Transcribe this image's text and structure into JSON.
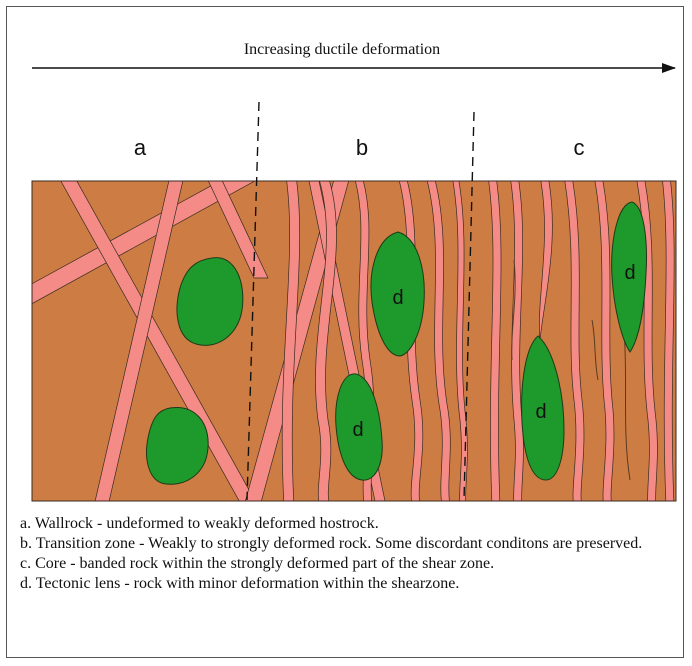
{
  "header": {
    "title": "Increasing ductile deformation"
  },
  "zones": [
    {
      "id": "a",
      "label": "a"
    },
    {
      "id": "b",
      "label": "b"
    },
    {
      "id": "c",
      "label": "c"
    }
  ],
  "lens_label": "d",
  "colors": {
    "host_rock": "#cd7c43",
    "vein": "#f48b86",
    "lens": "#1d9a2b",
    "outline": "#3a2a20"
  },
  "legend": [
    {
      "id": "a",
      "text": "a. Wallrock - undeformed to weakly deformed hostrock."
    },
    {
      "id": "b",
      "text": "b. Transition zone - Weakly to strongly deformed rock. Some discordant conditons are preserved."
    },
    {
      "id": "c",
      "text": "c. Core - banded rock within the strongly deformed part of the shear zone."
    },
    {
      "id": "d",
      "text": "d. Tectonic lens - rock with minor deformation within the shearzone."
    }
  ]
}
